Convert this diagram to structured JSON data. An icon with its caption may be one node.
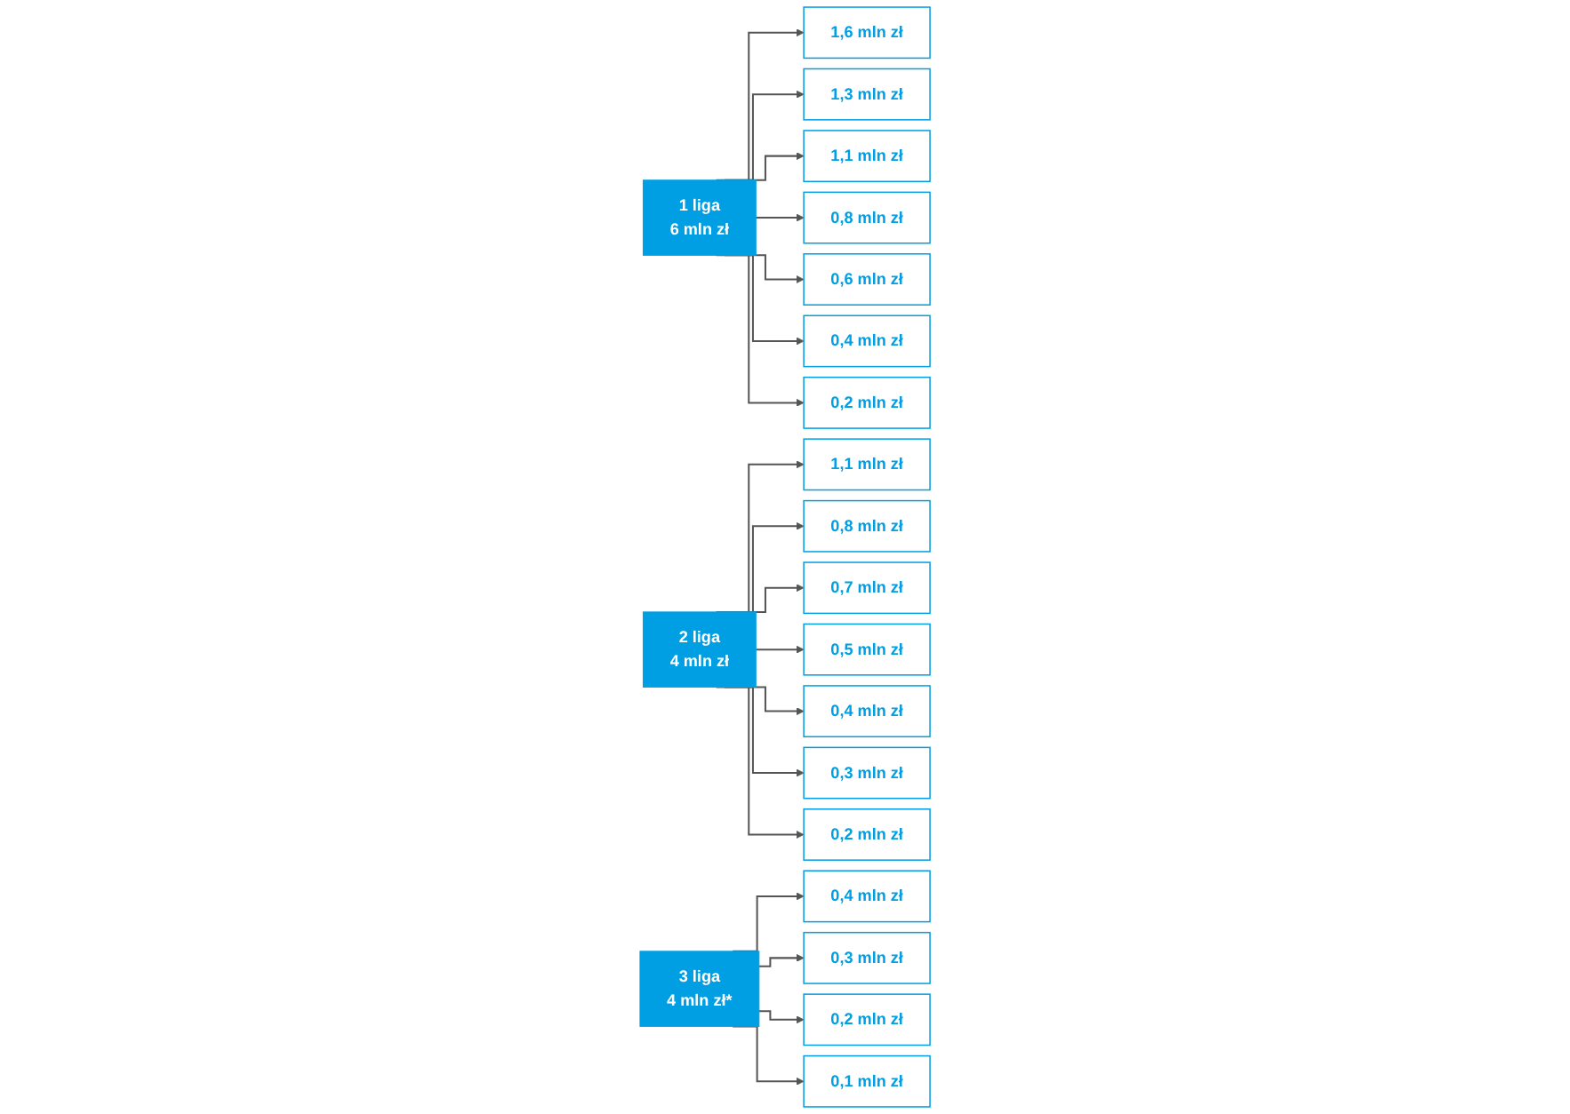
{
  "diagram": {
    "nodes": [
      {
        "text": [
          "1 liga",
          "6 mln zł"
        ]
      },
      {
        "text": [
          "1,6 mln zł"
        ]
      },
      {
        "text": [
          "1,3 mln zł"
        ]
      },
      {
        "text": [
          "1,1 mln zł"
        ]
      },
      {
        "text": [
          "0,8 mln zł"
        ]
      },
      {
        "text": [
          "0,6 mln zł"
        ]
      },
      {
        "text": [
          "0,4 mln zł"
        ]
      },
      {
        "text": [
          "0,2 mln zł"
        ]
      },
      {
        "text": [
          "2 liga",
          "4 mln zł"
        ]
      },
      {
        "text": [
          "1,1 mln zł"
        ]
      },
      {
        "text": [
          "0,8 mln zł"
        ]
      },
      {
        "text": [
          "0,7 mln zł"
        ]
      },
      {
        "text": [
          "0,5 mln zł"
        ]
      },
      {
        "text": [
          "0,4 mln zł"
        ]
      },
      {
        "text": [
          "0,3 mln zł"
        ]
      },
      {
        "text": [
          "0,2 mln zł"
        ]
      },
      {
        "text": [
          "3 liga",
          "4 mln zł*"
        ]
      },
      {
        "text": [
          "0,4 mln zł"
        ]
      },
      {
        "text": [
          "0,3 mln zł"
        ]
      },
      {
        "text": [
          "0,2 mln zł"
        ]
      },
      {
        "text": [
          "0,1 mln zł"
        ]
      }
    ],
    "edges": [
      {
        "from": 0,
        "to": 1,
        "arrow": "to"
      },
      {
        "from": 0,
        "to": 2,
        "arrow": "to"
      },
      {
        "from": 0,
        "to": 3,
        "arrow": "to"
      },
      {
        "from": 0,
        "to": 4,
        "arrow": "to"
      },
      {
        "from": 0,
        "to": 5,
        "arrow": "to"
      },
      {
        "from": 0,
        "to": 6,
        "arrow": "to"
      },
      {
        "from": 0,
        "to": 7,
        "arrow": "to"
      },
      {
        "from": 8,
        "to": 9,
        "arrow": "to"
      },
      {
        "from": 8,
        "to": 10,
        "arrow": "to"
      },
      {
        "from": 8,
        "to": 11,
        "arrow": "to"
      },
      {
        "from": 8,
        "to": 12,
        "arrow": "to"
      },
      {
        "from": 8,
        "to": 13,
        "arrow": "to"
      },
      {
        "from": 8,
        "to": 14,
        "arrow": "to"
      },
      {
        "from": 8,
        "to": 15,
        "arrow": "to"
      },
      {
        "from": 16,
        "to": 17,
        "arrow": "to"
      },
      {
        "from": 16,
        "to": 18,
        "arrow": "to"
      },
      {
        "from": 16,
        "to": 19,
        "arrow": "to"
      },
      {
        "from": 16,
        "to": 20,
        "arrow": "to"
      }
    ]
  }
}
